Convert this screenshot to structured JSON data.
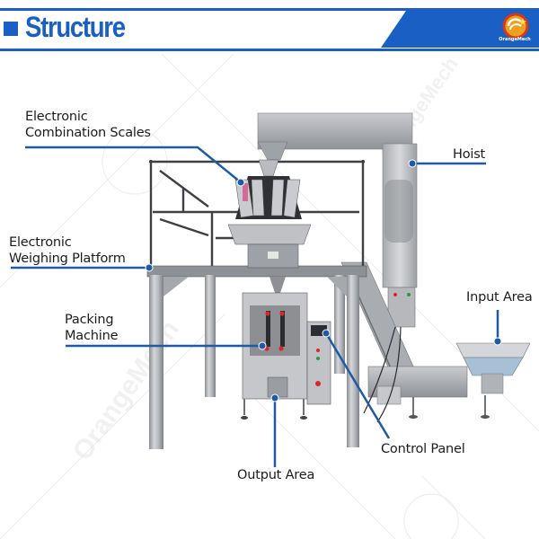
{
  "header": {
    "title": "Structure",
    "brand_logo_text": "OrangeMech",
    "accent_color": "#1a5fc4"
  },
  "watermark": {
    "text": "OrangeMech"
  },
  "diagram": {
    "subject": "Vertical packing machine with multihead weigher",
    "callouts": [
      {
        "id": "electronic-combination-scales",
        "lines": [
          "Electronic",
          "Combination Scales"
        ]
      },
      {
        "id": "hoist",
        "lines": [
          "Hoist"
        ]
      },
      {
        "id": "electronic-weighing-platform",
        "lines": [
          "Electronic",
          "Weighing Platform"
        ]
      },
      {
        "id": "input-area",
        "lines": [
          "Input Area"
        ]
      },
      {
        "id": "packing-machine",
        "lines": [
          "Packing",
          "Machine"
        ]
      },
      {
        "id": "control-panel",
        "lines": [
          "Control Panel"
        ]
      },
      {
        "id": "output-area",
        "lines": [
          "Output Area"
        ]
      }
    ],
    "callout_color": "#1f5aa6"
  }
}
